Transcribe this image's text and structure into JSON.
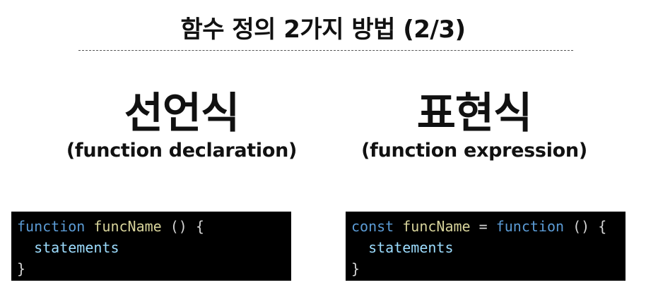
{
  "title": "함수 정의 2가지 방법 (2/3)",
  "declaration": {
    "heading": "선언식",
    "subheading": "(function declaration)",
    "code": {
      "line1": {
        "keyword": "function",
        "name": "funcName",
        "rest": " () {"
      },
      "line2": {
        "indent": "  ",
        "body": "statements"
      },
      "line3": "}"
    }
  },
  "expression": {
    "heading": "표현식",
    "subheading": "(function expression)",
    "code": {
      "line1": {
        "keyword": "const",
        "name": "funcName",
        "op": " = ",
        "keyword2": "function",
        "rest": " () {"
      },
      "line2": {
        "indent": "  ",
        "body": "statements"
      },
      "line3": "}"
    }
  },
  "colors": {
    "keyword": "#5b9bd5",
    "function_name": "#d7d39a",
    "identifier": "#9cdcfe",
    "code_background": "#000000"
  }
}
